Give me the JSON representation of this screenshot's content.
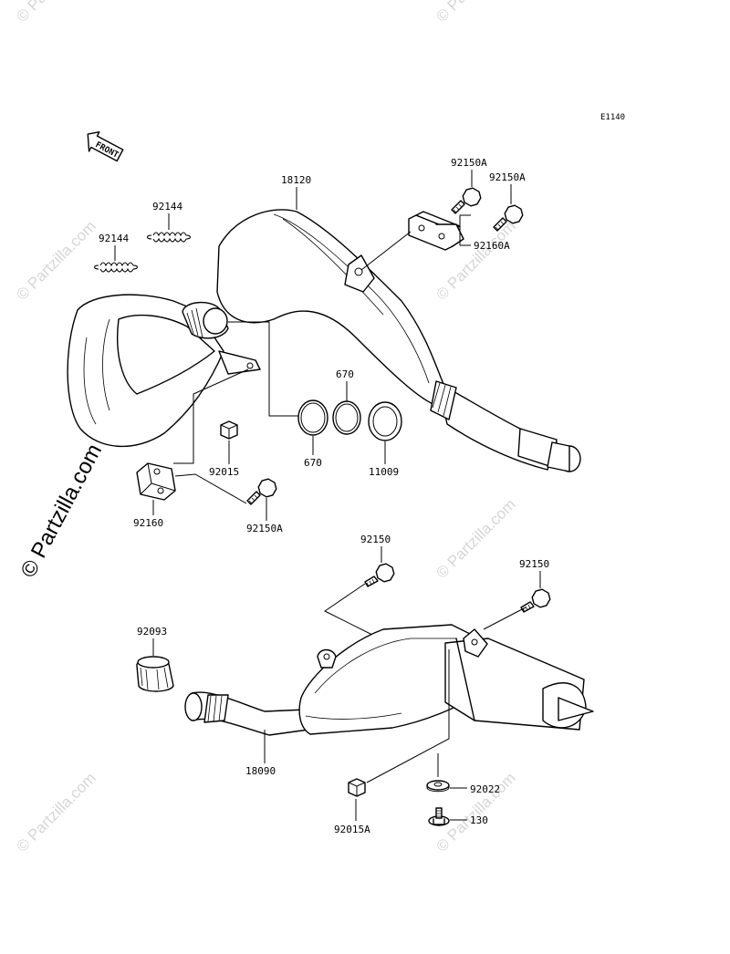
{
  "diagram_code": "E1140",
  "front_label": "FRONT",
  "watermark": {
    "text": "© Partzilla.com",
    "color": "#d6d6d6"
  },
  "side_watermark": "© Partzilla.com",
  "parts": [
    {
      "id": "exhaust-pipe",
      "label": "18120"
    },
    {
      "id": "spring-a",
      "label": "92144"
    },
    {
      "id": "spring-b",
      "label": "92144"
    },
    {
      "id": "bolt-top-a",
      "label": "92150A"
    },
    {
      "id": "bolt-top-b",
      "label": "92150A"
    },
    {
      "id": "bracket-top",
      "label": "92160A"
    },
    {
      "id": "oring-a",
      "label": "670"
    },
    {
      "id": "oring-b",
      "label": "670"
    },
    {
      "id": "gasket",
      "label": "11009"
    },
    {
      "id": "nut",
      "label": "92015"
    },
    {
      "id": "bracket-bottom",
      "label": "92160"
    },
    {
      "id": "bolt-left",
      "label": "92150A"
    },
    {
      "id": "bolt-muffler-a",
      "label": "92150"
    },
    {
      "id": "bolt-muffler-b",
      "label": "92150"
    },
    {
      "id": "sleeve",
      "label": "92093"
    },
    {
      "id": "muffler",
      "label": "18090"
    },
    {
      "id": "nut-a",
      "label": "92015A"
    },
    {
      "id": "washer",
      "label": "92022"
    },
    {
      "id": "bolt-130",
      "label": "130"
    }
  ]
}
